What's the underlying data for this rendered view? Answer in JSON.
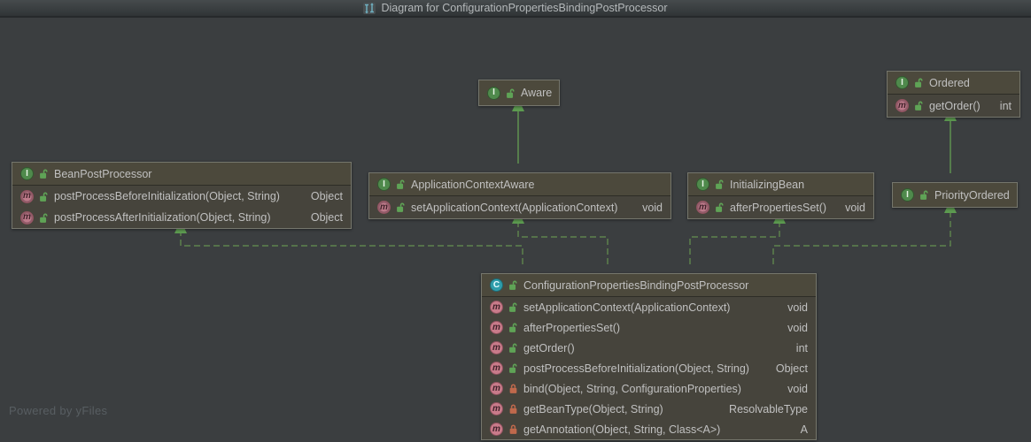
{
  "window": {
    "title": "Diagram for ConfigurationPropertiesBindingPostProcessor"
  },
  "watermark": "Powered by yFiles",
  "colors": {
    "canvas_background": "#3b3e40",
    "node_header": "#4c493c",
    "node_body": "#46443c",
    "edge_green": "#5d9b50",
    "interface_icon_green": "#4f8a4c",
    "class_icon_teal": "#2f9dab",
    "method_icon_pink": "#c97b8a",
    "public_lock_green": "#5fa356",
    "private_lock_orange": "#c0694c"
  },
  "diagram": {
    "nodes": [
      {
        "name": "Aware",
        "kind": "interface",
        "methods": []
      },
      {
        "name": "Ordered",
        "kind": "interface",
        "methods": [
          {
            "visibility": "public",
            "signature": "getOrder()",
            "returns": "int"
          }
        ]
      },
      {
        "name": "BeanPostProcessor",
        "kind": "interface",
        "methods": [
          {
            "visibility": "public",
            "signature": "postProcessBeforeInitialization(Object, String)",
            "returns": "Object"
          },
          {
            "visibility": "public",
            "signature": "postProcessAfterInitialization(Object, String)",
            "returns": "Object"
          }
        ]
      },
      {
        "name": "ApplicationContextAware",
        "kind": "interface",
        "methods": [
          {
            "visibility": "public",
            "signature": "setApplicationContext(ApplicationContext)",
            "returns": "void"
          }
        ]
      },
      {
        "name": "InitializingBean",
        "kind": "interface",
        "methods": [
          {
            "visibility": "public",
            "signature": "afterPropertiesSet()",
            "returns": "void"
          }
        ]
      },
      {
        "name": "PriorityOrdered",
        "kind": "interface",
        "methods": []
      },
      {
        "name": "ConfigurationPropertiesBindingPostProcessor",
        "kind": "class",
        "methods": [
          {
            "visibility": "public",
            "signature": "setApplicationContext(ApplicationContext)",
            "returns": "void"
          },
          {
            "visibility": "public",
            "signature": "afterPropertiesSet()",
            "returns": "void"
          },
          {
            "visibility": "public",
            "signature": "getOrder()",
            "returns": "int"
          },
          {
            "visibility": "public",
            "signature": "postProcessBeforeInitialization(Object, String)",
            "returns": "Object"
          },
          {
            "visibility": "private",
            "signature": "bind(Object, String, ConfigurationProperties)",
            "returns": "void"
          },
          {
            "visibility": "private",
            "signature": "getBeanType(Object, String)",
            "returns": "ResolvableType"
          },
          {
            "visibility": "private",
            "signature": "getAnnotation(Object, String, Class<A>)",
            "returns": "A"
          }
        ]
      }
    ],
    "edges": [
      {
        "from": "ApplicationContextAware",
        "to": "Aware",
        "relation": "extends",
        "style": "solid"
      },
      {
        "from": "PriorityOrdered",
        "to": "Ordered",
        "relation": "extends",
        "style": "solid"
      },
      {
        "from": "ConfigurationPropertiesBindingPostProcessor",
        "to": "BeanPostProcessor",
        "relation": "implements",
        "style": "dashed"
      },
      {
        "from": "ConfigurationPropertiesBindingPostProcessor",
        "to": "ApplicationContextAware",
        "relation": "implements",
        "style": "dashed"
      },
      {
        "from": "ConfigurationPropertiesBindingPostProcessor",
        "to": "InitializingBean",
        "relation": "implements",
        "style": "dashed"
      },
      {
        "from": "ConfigurationPropertiesBindingPostProcessor",
        "to": "PriorityOrdered",
        "relation": "implements",
        "style": "dashed"
      }
    ]
  }
}
